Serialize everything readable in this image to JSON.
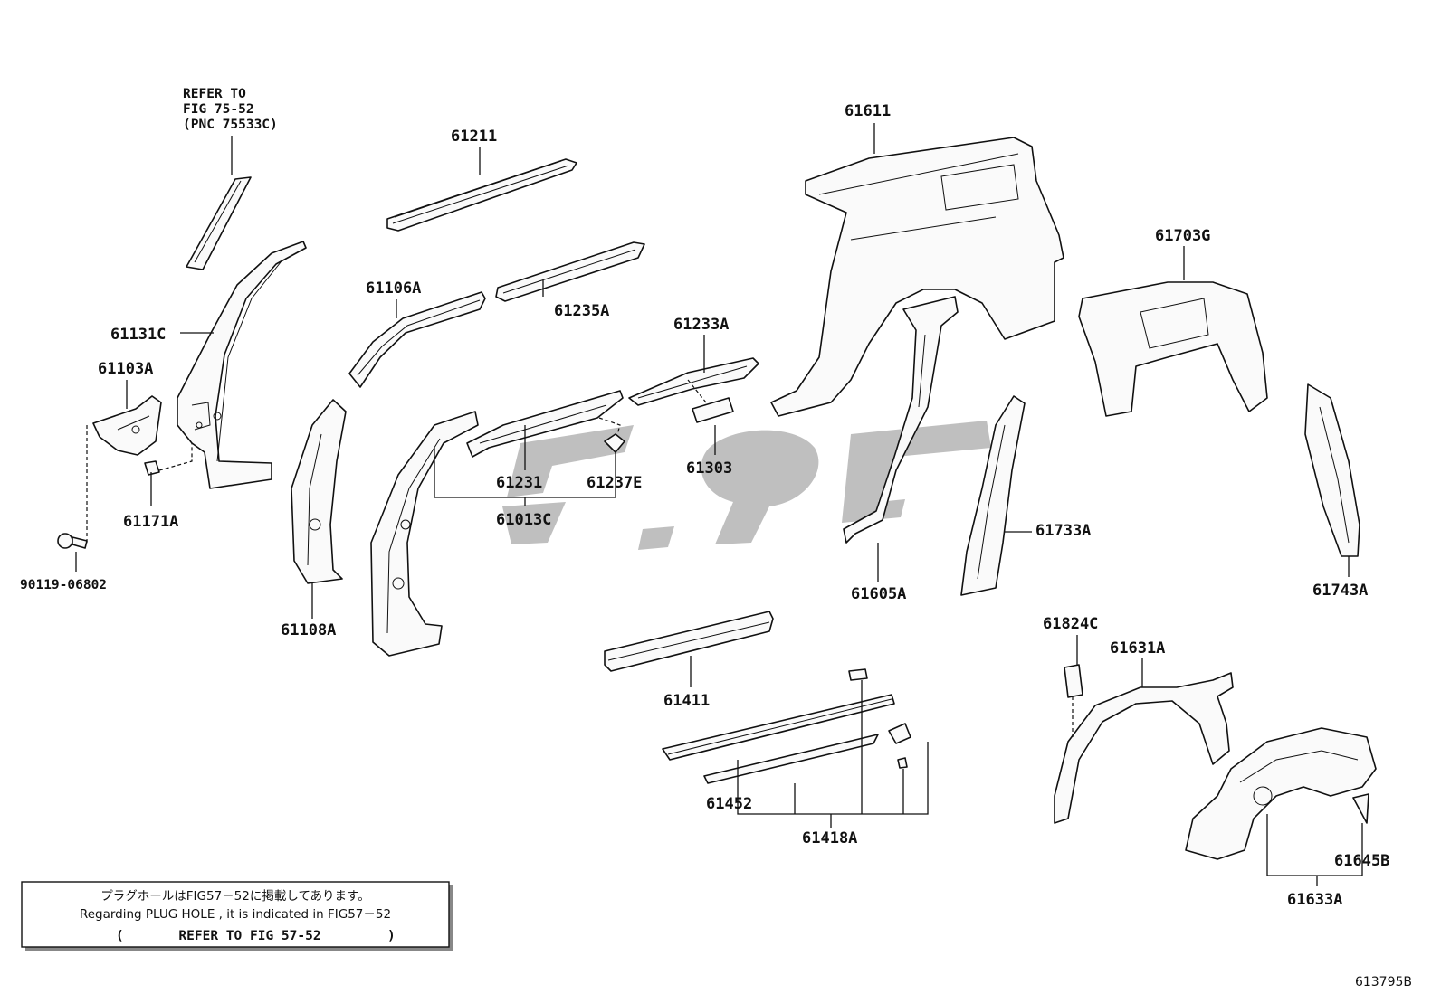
{
  "figure_code": "613795B",
  "reference_note": {
    "lines": [
      "REFER TO",
      "FIG 75-52",
      "(PNC 75533C)"
    ]
  },
  "plug_hole_note": {
    "japanese": "プラグホールはFIG57－52に掲載してあります。",
    "english": "Regarding PLUG HOLE , it is indicated in FIG57－52",
    "refer_open": "(",
    "refer": "REFER TO FIG 57-52",
    "refer_close": ")"
  },
  "part_labels": {
    "p61211": "61211",
    "p61611": "61611",
    "p61703G": "61703G",
    "p61131C": "61131C",
    "p61103A": "61103A",
    "p61106A": "61106A",
    "p61235A": "61235A",
    "p61233A": "61233A",
    "p61171A": "61171A",
    "p90119_06802": "90119-06802",
    "p61108A": "61108A",
    "p61231": "61231",
    "p61237E": "61237E",
    "p61303": "61303",
    "p61013C": "61013C",
    "p61605A": "61605A",
    "p61733A": "61733A",
    "p61743A": "61743A",
    "p61824C": "61824C",
    "p61631A": "61631A",
    "p61411": "61411",
    "p61452": "61452",
    "p61418A": "61418A",
    "p61645B": "61645B",
    "p61633A": "61633A"
  }
}
